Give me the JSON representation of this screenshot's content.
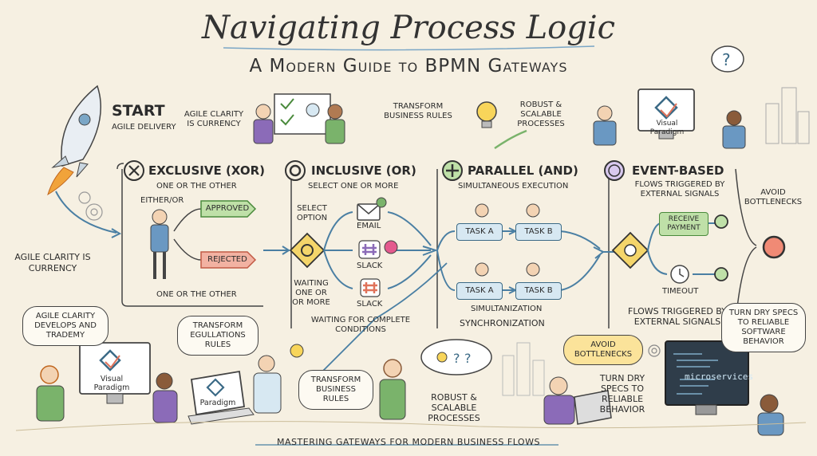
{
  "title": "Navigating Process Logic",
  "subtitle": "A Modern Guide to BPMN Gateways",
  "start": {
    "title": "START",
    "sub": "AGILE DELIVERY"
  },
  "top_notes": {
    "agile_clarity": "AGILE CLARITY IS CURRENCY",
    "transform_rules": "TRANSFORM BUSINESS RULES",
    "robust": "ROBUST & SCALABLE PROCESSES",
    "visual_paradigm_top": "Visual Paradigm"
  },
  "left_note": "AGILE CLARITY IS CURRENCY",
  "xor": {
    "title": "EXCLUSIVE (XOR)",
    "sub": "ONE OR THE OTHER",
    "either": "EITHER/OR",
    "approved": "APPROVED",
    "rejected": "REJECTED",
    "bottom": "ONE OR THE OTHER"
  },
  "or": {
    "title": "INCLUSIVE (OR)",
    "sub": "SELECT ONE OR MORE",
    "select_option": "SELECT OPTION",
    "waiting": "WAITING ONE OR OR MORE",
    "email": "EMAIL",
    "slack1": "SLACK",
    "slack2": "SLACK",
    "bottom": "WAITING FOR COMPLETE CONDITIONS"
  },
  "and": {
    "title": "PARALLEL (AND)",
    "sub": "SIMULTANEOUS EXECUTION",
    "task_a1": "TASK A",
    "task_b1": "TASK B",
    "task_a2": "TASK A",
    "task_b2": "TASK B",
    "simul": "SIMULTANIZATION",
    "sync": "SYNCHRONIZATION"
  },
  "event": {
    "title": "EVENT-BASED",
    "sub": "FLOWS TRIGGERED BY EXTERNAL SIGNALS",
    "receive": "RECEIVE PAYMENT",
    "timeout": "TIMEOUT",
    "bottom": "FLOWS TRIGGERED BY EXTERNAL SIGNALS"
  },
  "avoid_right": "AVOID BOTTLENECKS",
  "bottom_notes": {
    "develops": "AGILE CLARITY DEVELOPS AND TRADEMY",
    "visual_paradigm": "Visual Paradigm",
    "transform_regs": "TRANSFORM EGULLATIONS RULES",
    "paradigm": "Paradigm",
    "transform_business": "TRANSFORM BUSINESS RULES",
    "robust": "ROBUST & SCALABLE PROCESSES",
    "avoid": "AVOID BOTTLENECKS",
    "turn_dry": "TURN DRY SPECS TO RELIABLE BEHAVIOR",
    "turn_dry_right": "TURN DRY SPECS TO RELIABLE SOFTWARE BEHAVIOR",
    "microservices": "microservices"
  },
  "footer": "MASTERING GATEWAYS FOR MODERN BUSINESS FLOWS",
  "colors": {
    "blue": "#4a7fa3",
    "green": "#7ab36b",
    "red": "#e0725a",
    "yellow": "#f1c232",
    "purple": "#8b6bb8"
  }
}
